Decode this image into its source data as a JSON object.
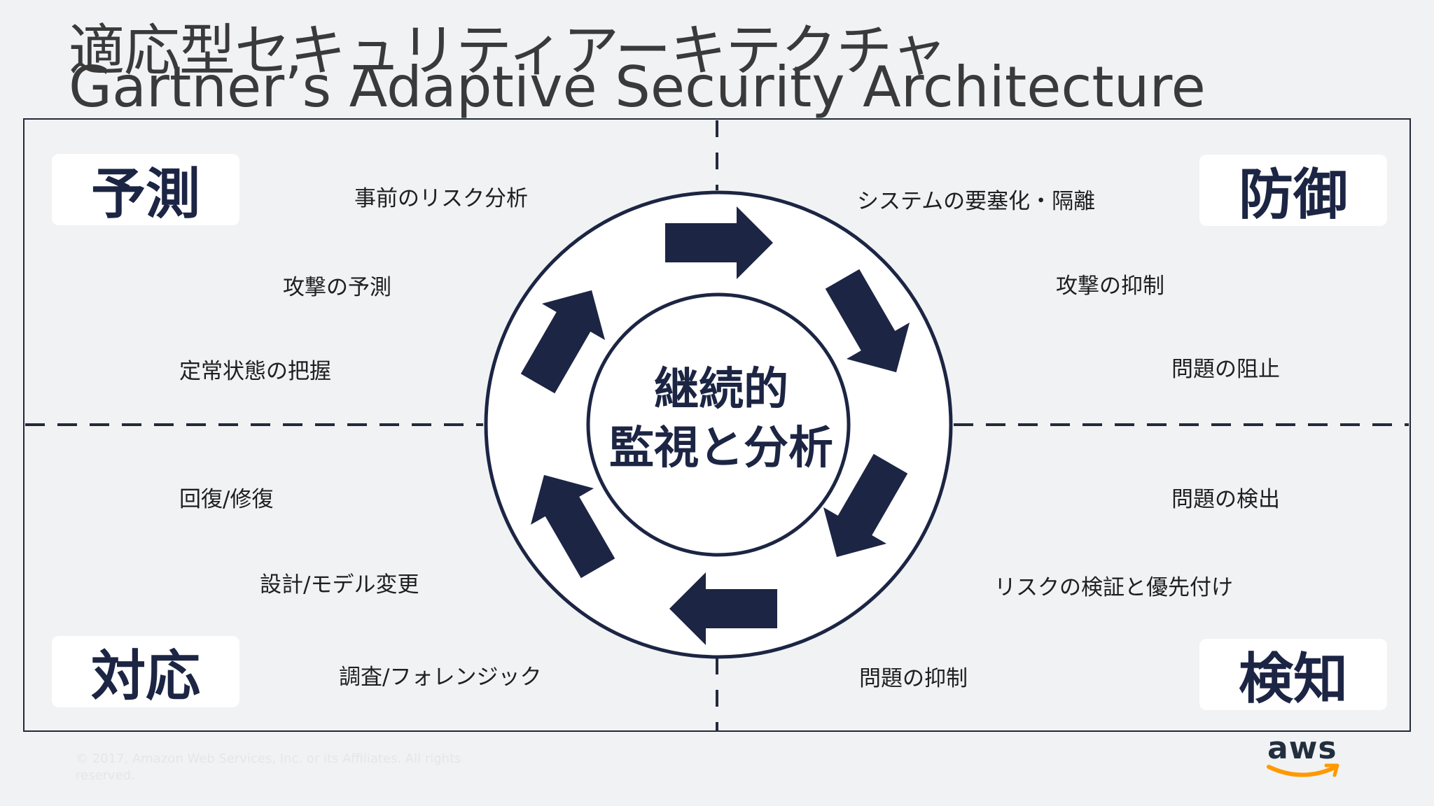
{
  "title": {
    "jp": "適応型セキュリティアーキテクチャ",
    "en": "Gartner’s Adaptive Security Architecture"
  },
  "quadrants": {
    "predict": {
      "label": "予測",
      "items": [
        "事前のリスク分析",
        "攻撃の予測",
        "定常状態の把握"
      ]
    },
    "defend": {
      "label": "防御",
      "items": [
        "システムの要塞化・隔離",
        "攻撃の抑制",
        "問題の阻止"
      ]
    },
    "respond": {
      "label": "対応",
      "items": [
        "回復/修復",
        "設計/モデル変更",
        "調査/フォレンジック"
      ]
    },
    "detect": {
      "label": "検知",
      "items": [
        "問題の検出",
        "リスクの検証と優先付け",
        "問題の抑制"
      ]
    }
  },
  "center": {
    "line1": "継続的",
    "line2": "監視と分析"
  },
  "footer": {
    "copyright": "© 2017, Amazon Web Services, Inc. or its Affiliates. All rights reserved.",
    "logo_text": "aws"
  },
  "colors": {
    "navy": "#1c2543",
    "background": "#f1f2f4",
    "label_box": "#ffffff",
    "aws_orange": "#ff9900"
  },
  "icons": {
    "cycle_arrows": "arrow-icon",
    "logo": "aws-logo"
  }
}
